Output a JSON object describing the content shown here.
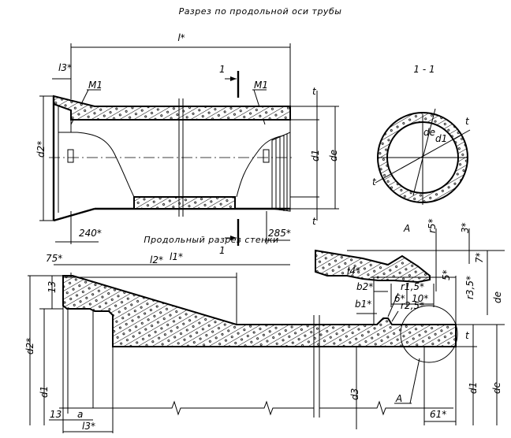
{
  "pipe_section": {
    "title": "Разрез по продольной оси трубы",
    "l": "l*",
    "l1": "l1*",
    "l3": "l3*",
    "m1_left": "M1",
    "m1_right": "M1",
    "cut_mark_top": "1",
    "cut_mark_bottom": "1",
    "d2": "d2*",
    "t_top": "t",
    "t_bottom": "t",
    "d1": "d1",
    "de": "de",
    "dim_240": "240*",
    "dim_285": "285*"
  },
  "cross_section": {
    "title": "1 - 1",
    "de": "de",
    "d1": "d1",
    "t_right": "t",
    "t_left": "t",
    "detail_ref": "A"
  },
  "detail_a": {
    "r5": "r5*",
    "dim_3": "3*",
    "dim_7": "7*",
    "dim_5": "5*",
    "r35": "r3,5*",
    "dim_6": "6*",
    "dim_10": "10*",
    "de": "de"
  },
  "wall_section": {
    "title": "Продольный разрез стенки",
    "dim_75": "75*",
    "l2": "l2*",
    "dim_13_top": "13",
    "d2": "d2*",
    "d1_left": "d1",
    "dim_13_bottom": "13",
    "a": "a",
    "l3": "l3*",
    "l4": "l4*",
    "b2": "b2*",
    "r15": "r1,5*",
    "b1": "b1*",
    "r25": "r2,5*",
    "t": "t",
    "d3": "d3",
    "detail_ref": "A",
    "d1_right": "d1",
    "de": "de",
    "dim_61": "61*"
  }
}
